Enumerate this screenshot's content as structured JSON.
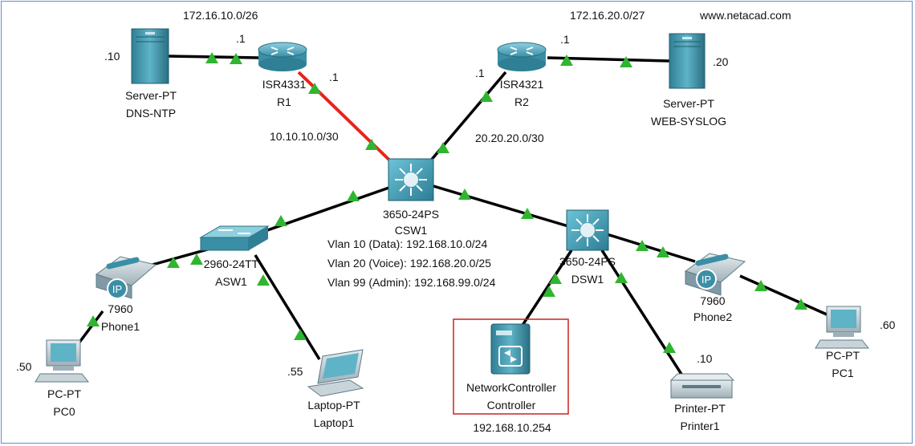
{
  "networks": {
    "lan1": "172.16.10.0/26",
    "lan2": "172.16.20.0/27",
    "wan1": "10.10.10.0/30",
    "wan2": "20.20.20.0/30",
    "website": "www.netacad.com"
  },
  "addresses": {
    "server1": ".10",
    "r1_lan": ".1",
    "r1_wan": ".1",
    "r2_wan": ".1",
    "r2_lan": ".1",
    "server2": ".20",
    "pc0": ".50",
    "laptop1": ".55",
    "printer1": ".10",
    "pc1": ".60",
    "controller": "192.168.10.254"
  },
  "vlans": [
    "Vlan 10 (Data): 192.168.10.0/24",
    "Vlan 20 (Voice): 192.168.20.0/25",
    "Vlan 99 (Admin): 192.168.99.0/24"
  ],
  "devices": {
    "server1": {
      "model": "Server-PT",
      "name": "DNS-NTP"
    },
    "r1": {
      "model": "ISR4331",
      "name": "R1"
    },
    "r2": {
      "model": "ISR4321",
      "name": "R2"
    },
    "server2": {
      "model": "Server-PT",
      "name": "WEB-SYSLOG"
    },
    "csw1": {
      "model": "3650-24PS",
      "name": "CSW1"
    },
    "asw1": {
      "model": "2960-24TT",
      "name": "ASW1"
    },
    "dsw1": {
      "model": "3650-24PS",
      "name": "DSW1"
    },
    "phone1": {
      "model": "7960",
      "name": "Phone1",
      "badge": "IP"
    },
    "phone2": {
      "model": "7960",
      "name": "Phone2",
      "badge": "IP"
    },
    "pc0": {
      "model": "PC-PT",
      "name": "PC0"
    },
    "laptop1": {
      "model": "Laptop-PT",
      "name": "Laptop1"
    },
    "controller": {
      "model": "NetworkController",
      "name": "Controller"
    },
    "printer1": {
      "model": "Printer-PT",
      "name": "Printer1"
    },
    "pc1": {
      "model": "PC-PT",
      "name": "PC1"
    }
  },
  "colors": {
    "link": "#000000",
    "highlight_link": "#e8231b",
    "link_up": "#2fb52f",
    "device_teal": "#3a8fa6",
    "highlight_box": "#cc2222",
    "frame": "#6a8cc8"
  }
}
